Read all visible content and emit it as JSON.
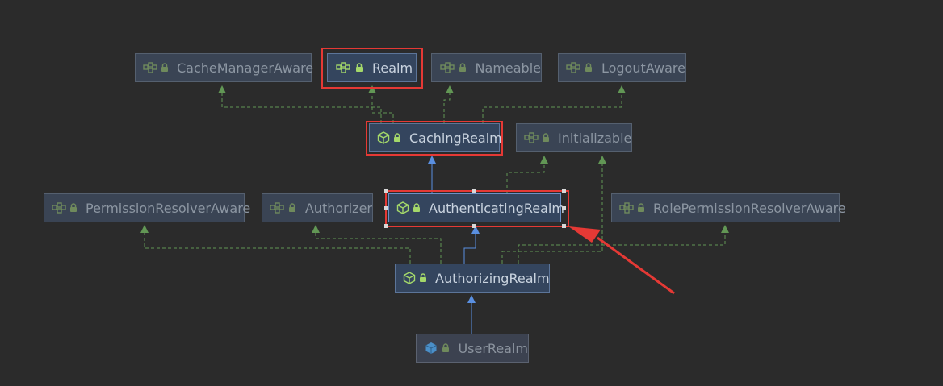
{
  "nodes": {
    "cache_manager_aware": "CacheManagerAware",
    "realm": "Realm",
    "nameable": "Nameable",
    "logout_aware": "LogoutAware",
    "caching_realm": "CachingRealm",
    "initializable": "Initializable",
    "permission_resolver_aware": "PermissionResolverAware",
    "authorizer": "Authorizer",
    "authenticating_realm": "AuthenticatingRealm",
    "role_permission_resolver_aware": "RolePermissionResolverAware",
    "authorizing_realm": "AuthorizingRealm",
    "user_realm": "UserRealm"
  },
  "node_kinds": {
    "cache_manager_aware": "interface",
    "realm": "interface",
    "nameable": "interface",
    "logout_aware": "interface",
    "caching_realm": "abstract-class",
    "initializable": "interface",
    "permission_resolver_aware": "interface",
    "authorizer": "interface",
    "authenticating_realm": "abstract-class",
    "role_permission_resolver_aware": "interface",
    "authorizing_realm": "abstract-class",
    "user_realm": "class"
  },
  "relations": {
    "extends": [
      [
        "caching_realm",
        "authenticating_realm"
      ],
      [
        "authenticating_realm",
        "authorizing_realm"
      ],
      [
        "authorizing_realm",
        "user_realm"
      ]
    ],
    "implements": [
      [
        "cache_manager_aware",
        "caching_realm"
      ],
      [
        "realm",
        "caching_realm"
      ],
      [
        "nameable",
        "caching_realm"
      ],
      [
        "logout_aware",
        "caching_realm"
      ],
      [
        "initializable",
        "authenticating_realm"
      ],
      [
        "initializable",
        "authorizing_realm"
      ],
      [
        "permission_resolver_aware",
        "authorizing_realm"
      ],
      [
        "authorizer",
        "authorizing_realm"
      ],
      [
        "role_permission_resolver_aware",
        "authorizing_realm"
      ]
    ]
  },
  "highlighted": [
    "realm",
    "caching_realm",
    "authenticating_realm"
  ],
  "selected": "authenticating_realm",
  "annotation_arrow_target": "authenticating_realm",
  "icons": {
    "interface": "interface-icon",
    "abstract-class": "abstract-class-icon",
    "class": "class-icon",
    "lock": "lock-icon"
  },
  "colors": {
    "background": "#2b2b2b",
    "implements_edge": "#629755",
    "extends_edge": "#5a8fe0",
    "highlight": "#e53935",
    "icon_green": "#a4d86a",
    "class_icon_blue": "#4a8fc8"
  }
}
